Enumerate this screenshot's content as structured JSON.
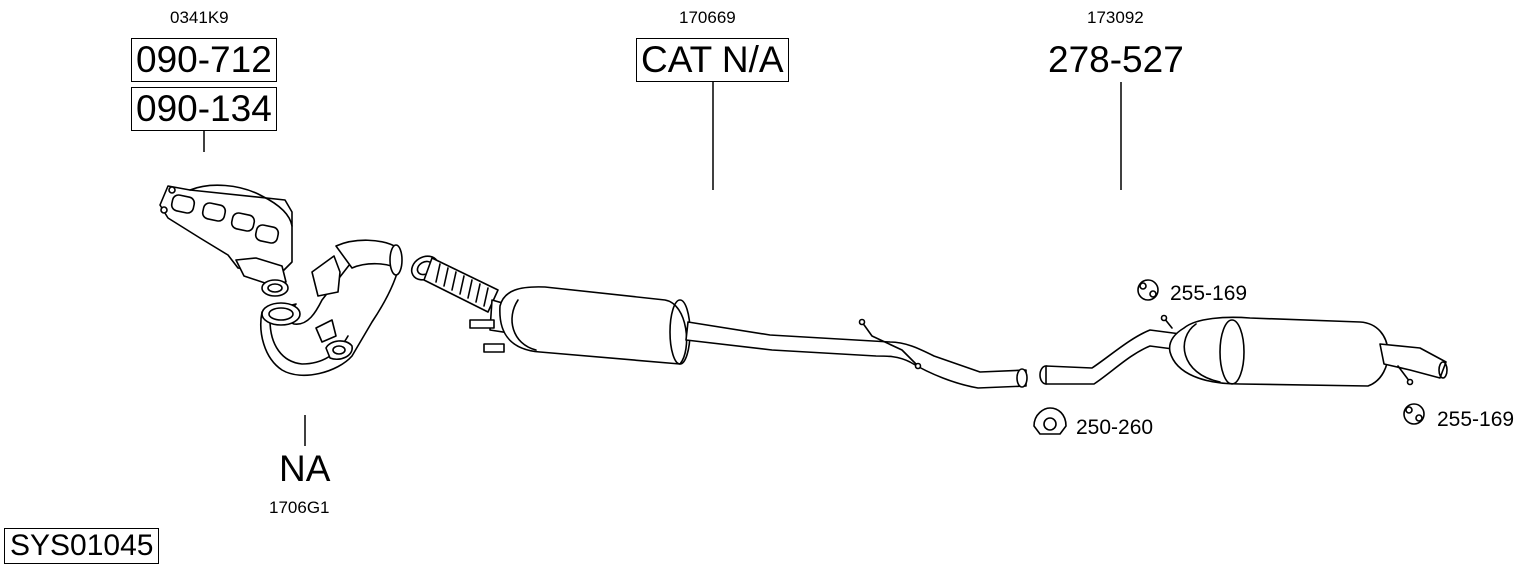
{
  "diagram": {
    "system_code": "SYS01045",
    "groups": [
      {
        "ref": "0341K9",
        "parts": [
          "090-712",
          "090-134"
        ]
      },
      {
        "ref": "170669",
        "parts": [
          "CAT N/A"
        ]
      },
      {
        "ref": "173092",
        "parts": [
          "278-527"
        ]
      },
      {
        "ref": "1706G1",
        "parts": [
          "NA"
        ]
      }
    ],
    "fittings": [
      {
        "part": "255-169"
      },
      {
        "part": "250-260"
      },
      {
        "part": "255-169"
      }
    ]
  }
}
